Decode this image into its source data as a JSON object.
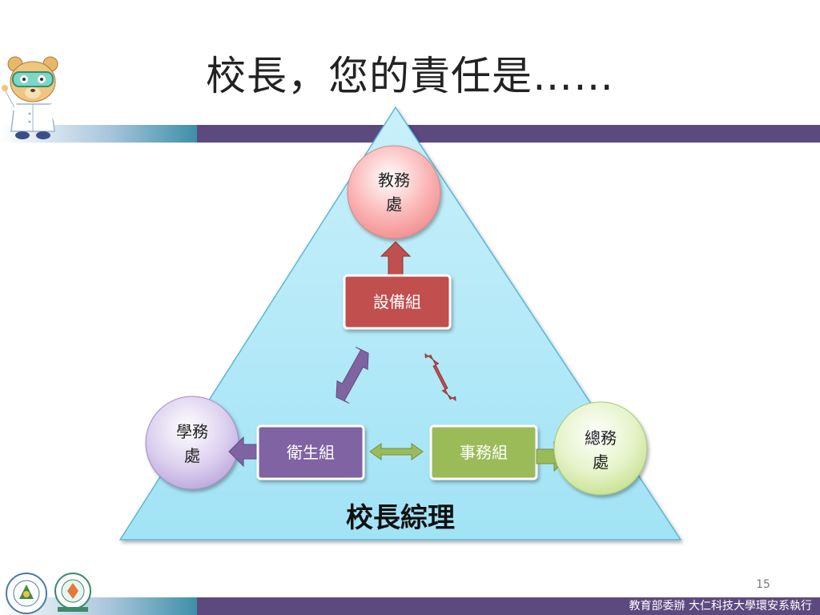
{
  "slide": {
    "title": "校長，您的責任是……",
    "page_number": "15",
    "footer": "教育部委辦 大仁科技大學環安系執行"
  },
  "diagram": {
    "base_label": "校長綜理",
    "offices": {
      "academic": {
        "line1": "教務",
        "line2": "處"
      },
      "student": {
        "line1": "學務",
        "line2": "處"
      },
      "general": {
        "line1": "總務",
        "line2": "處"
      }
    },
    "teams": {
      "equipment": "設備組",
      "health": "衛生組",
      "affairs": "事務組"
    }
  },
  "colors": {
    "title_bar": "#5c4a7f",
    "triangle": "#aee6f6",
    "equipment_box": "#c0504d",
    "health_box": "#8064a2",
    "affairs_box": "#9bbb59"
  },
  "icons": {
    "mascot": "bear-scientist-icon",
    "ministry_logo": "ministry-of-education-seal",
    "university_logo": "university-seal"
  }
}
